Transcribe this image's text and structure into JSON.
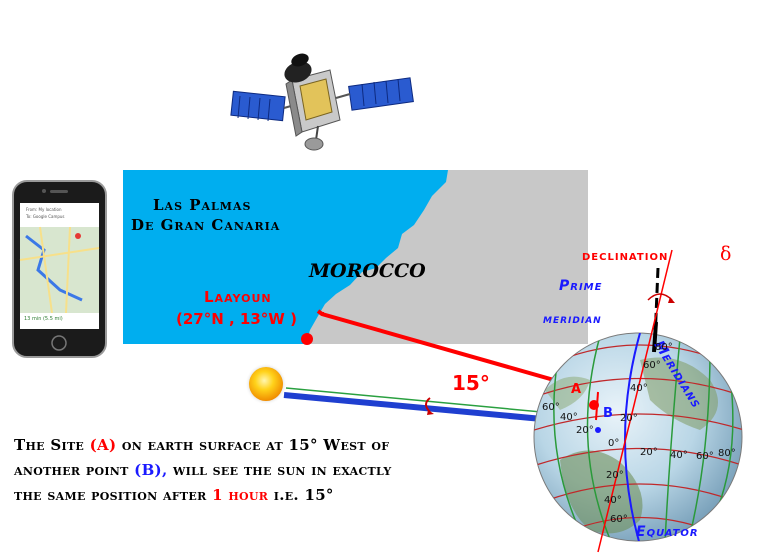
{
  "map": {
    "region_label_line1": "Las Palmas",
    "region_label_line2": "De Gran Canaria",
    "country_label": "MOROCCO",
    "city_label": "Laayoun",
    "city_coords": "(27°N , 13°W )",
    "ocean_color": "#00aeef",
    "land_color": "#c8c8c8"
  },
  "diagram": {
    "angle_label": "15°",
    "point_a": "A",
    "point_b": "B",
    "declination_label": "declination",
    "declination_symbol": "δ",
    "prime_label": "Prime",
    "meridian_label": "meridian",
    "meridians_label": "Meridians",
    "equator_label": "Equator",
    "latitude_ticks": [
      "80°",
      "60°",
      "40°",
      "20°",
      "0°",
      "20°",
      "40°",
      "60°",
      "60°",
      "40°",
      "20°",
      "20°",
      "40°",
      "60°",
      "80°"
    ],
    "red_color": "#ff0000",
    "blue_color": "#1a1aff"
  },
  "caption": {
    "line1_pre": "The Site ",
    "line1_a": "(A)",
    "line1_post": " on earth surface at 15° West of",
    "line2_pre": "another  point ",
    "line2_b": "(B),",
    "line2_post": " will see the sun in exactly",
    "line3_pre": "the same position after ",
    "line3_hour": "1 hour",
    "line3_ie": " i.e.  15°"
  },
  "phone": {
    "status_text": "From: My location",
    "route_text": "To: Google Campus",
    "eta_text": "13 min (5.5 mi)"
  }
}
